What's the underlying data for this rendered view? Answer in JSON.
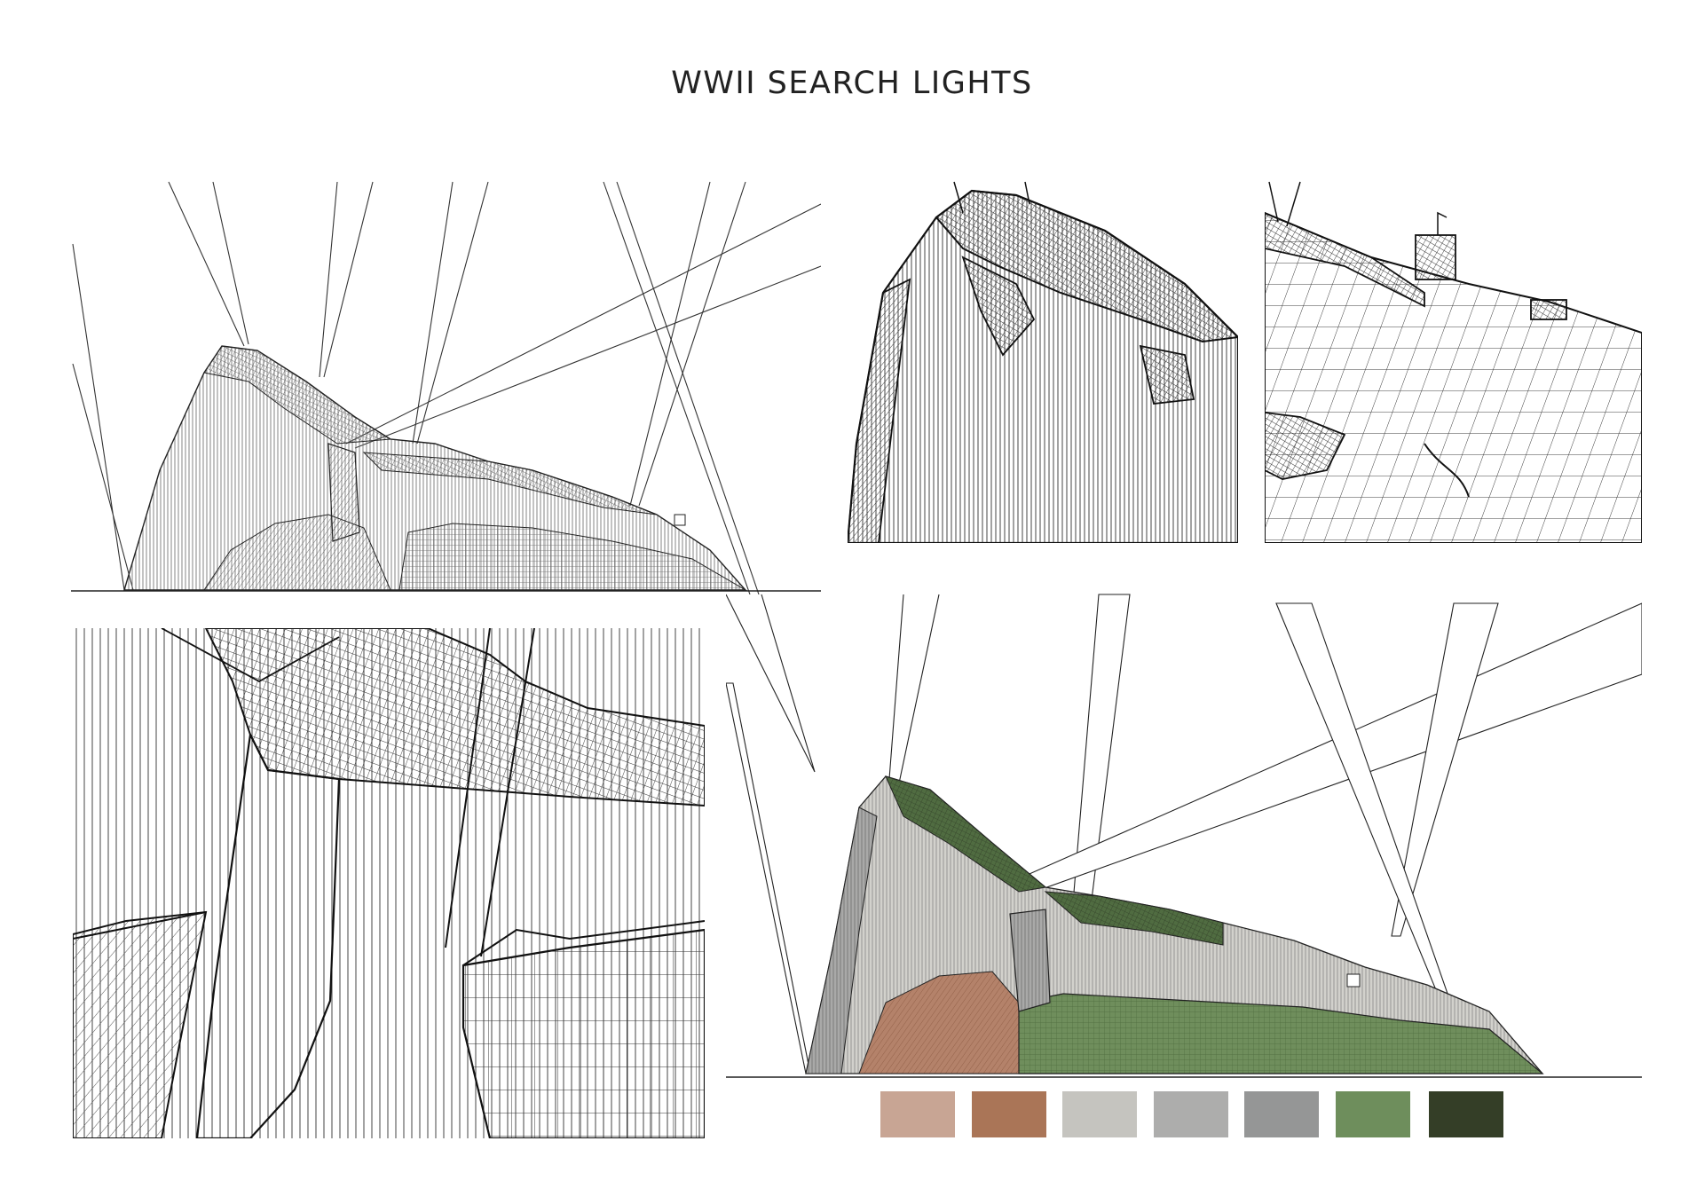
{
  "title": "WWII SEARCH LIGHTS",
  "panels": [
    {
      "name": "rock-overview-linework"
    },
    {
      "name": "summit-detail"
    },
    {
      "name": "signal-station-detail"
    },
    {
      "name": "cliff-face-detail"
    },
    {
      "name": "rock-overview-colored"
    }
  ],
  "palette": [
    {
      "color": "#c8a594"
    },
    {
      "color": "#aa7557"
    },
    {
      "color": "#c5c4bf"
    },
    {
      "color": "#adadac"
    },
    {
      "color": "#959696"
    },
    {
      "color": "#6e8e5c"
    },
    {
      "color": "#343e27"
    }
  ]
}
